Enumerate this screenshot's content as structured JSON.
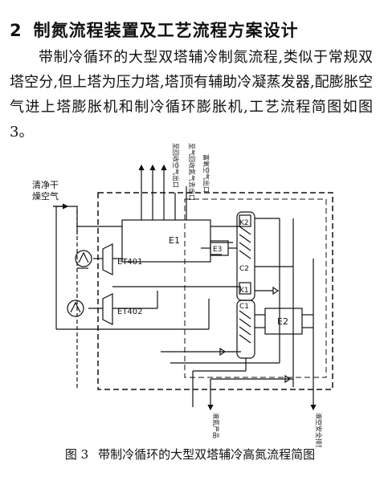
{
  "section": {
    "number": "2",
    "title": "制氮流程装置及工艺流程方案设计"
  },
  "body_text": "带制冷循环的大型双塔辅冷制氮流程,类似于常规双塔空分,但上塔为压力塔,塔顶有辅助冷凝蒸发器,配膨胀空气进上塔膨胀机和制冷循环膨胀机,工艺流程简图如图 3。",
  "figure": {
    "caption_number": "图 3",
    "caption_text": "带制冷循环的大型双塔辅冷高氮流程简图",
    "inlet_label_line1": "清净干",
    "inlet_label_line2": "燥空气",
    "top_stream_1": "至回收空气出口",
    "top_stream_2": "至气回收氮气去出口",
    "top_stream_3": "富氧空气出口",
    "bottom_stream_left": "液氮产品",
    "bottom_stream_right": "液空安全排放",
    "units": {
      "e1": "E1",
      "e2": "E2",
      "e3": "E3",
      "k1": "K1",
      "k2": "K2",
      "c1": "C1",
      "c2": "C2",
      "et401": "ET401",
      "et402": "ET402"
    }
  }
}
